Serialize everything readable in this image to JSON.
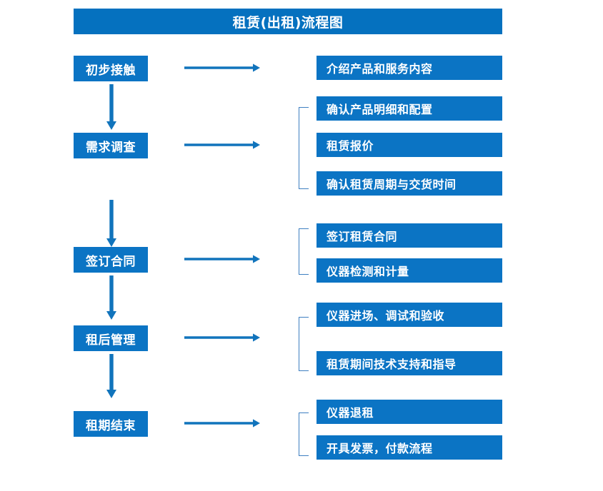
{
  "diagram": {
    "title": "租赁(出租)流程图",
    "colors": {
      "title_bar": "#0571BF",
      "box": "#0B74C4",
      "arrow": "#1174BC",
      "bracket": "#3E7FC1",
      "text": "#FFFFFF",
      "background": "#FFFFFF"
    },
    "stages": [
      {
        "label": "初步接触",
        "details": [
          "介绍产品和服务内容"
        ],
        "bracketed": false
      },
      {
        "label": "需求调查",
        "details": [
          "确认产品明细和配置",
          "租赁报价",
          "确认租赁周期与交货时间"
        ],
        "bracketed": true
      },
      {
        "label": "签订合同",
        "details": [
          "签订租赁合同",
          "仪器检测和计量"
        ],
        "bracketed": true
      },
      {
        "label": "租后管理",
        "details": [
          "仪器进场、调试和验收",
          "租赁期间技术支持和指导"
        ],
        "bracketed": true
      },
      {
        "label": "租期结束",
        "details": [
          "仪器退租",
          "开具发票，付款流程"
        ],
        "bracketed": true
      }
    ]
  }
}
